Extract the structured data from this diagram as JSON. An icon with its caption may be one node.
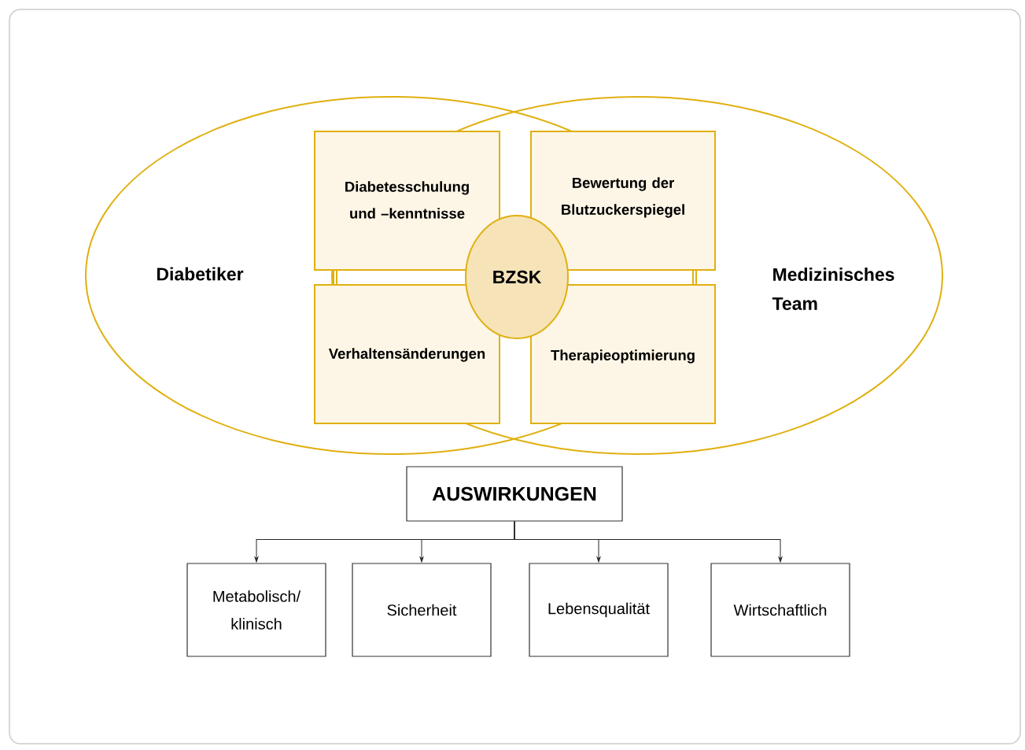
{
  "diagram": {
    "nodes": [
      {
        "text": [
          "Diabetiker"
        ]
      },
      {
        "text": [
          "Medizinisches Team"
        ]
      },
      {
        "text": [
          "Diabetesschulung und –kenntnisse"
        ],
        "in": 0
      },
      {
        "text": [
          "Bewertung der Blutzuckerspiegel"
        ],
        "in": 1
      },
      {
        "text": [
          "BZSK"
        ]
      },
      {
        "text": [
          "Verhaltensänderungen"
        ],
        "in": 0
      },
      {
        "text": [
          "Therapieoptimierung"
        ],
        "in": 1
      },
      {
        "text": [
          "AUSWIRKUNGEN"
        ]
      },
      {
        "text": [
          "Metabolisch/ klinisch"
        ]
      },
      {
        "text": [
          "Sicherheit"
        ]
      },
      {
        "text": [
          "Lebensqualität"
        ]
      },
      {
        "text": [
          "Wirtschaftlich"
        ]
      }
    ],
    "edges": [
      {
        "from": 7,
        "to": 8,
        "arrow": "to"
      },
      {
        "from": 7,
        "to": 9,
        "arrow": "to"
      },
      {
        "from": 7,
        "to": 10,
        "arrow": "to"
      },
      {
        "from": 7,
        "to": 11,
        "arrow": "to"
      }
    ]
  }
}
